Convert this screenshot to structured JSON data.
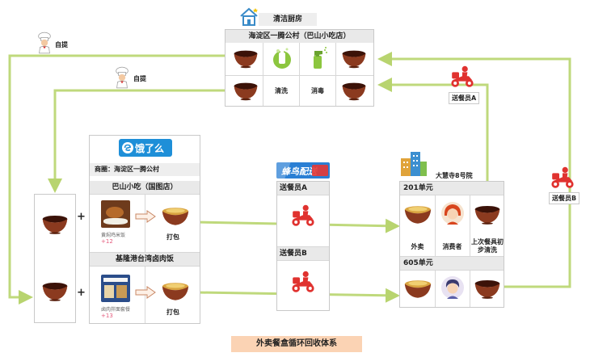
{
  "kitchen": {
    "title": "清洁厨房",
    "header": "海淀区一腾公村（巴山小吃店）",
    "clean_label": "清洗",
    "disinfect_label": "消毒"
  },
  "self_pickup_1": "自提",
  "self_pickup_2": "自提",
  "platform": {
    "logo_text": "饿了么",
    "district": "商圈：海淀区一腾公村",
    "store1": {
      "name": "巴山小吃（国图店）",
      "dish": "黄焖鸡米饭",
      "count": "+12",
      "pack_label": "打包"
    },
    "store2": {
      "name": "基隆港台湾卤肉饭",
      "dish": "卤肉拌面套餐",
      "count": "+13",
      "pack_label": "打包"
    }
  },
  "delivery": {
    "logo_text": "蜂鸟配送",
    "rider_a": "送餐员A",
    "rider_b": "送餐员B"
  },
  "office": {
    "name": "大慧寺8号院",
    "unit1": "201单元",
    "unit2": "605单元",
    "takeout_label": "外卖",
    "consumer_label": "消费者",
    "prev_label": "上次餐具初步清洗"
  },
  "courier_a": "送餐员A",
  "courier_b": "送餐员B",
  "plus_sign": "+",
  "footer": "外卖餐盒循环回收体系",
  "colors": {
    "arrow": "#bfd97c",
    "bowl": "#8b3a1f",
    "rider": "#e0322f",
    "footer_bg": "#fbd3b4"
  }
}
